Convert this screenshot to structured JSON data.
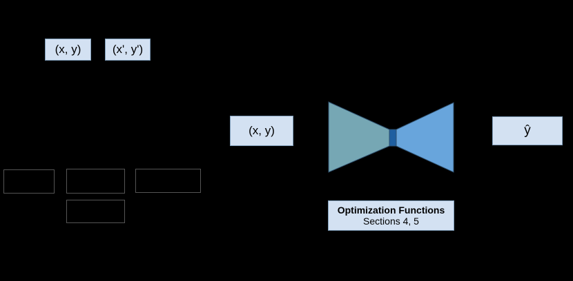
{
  "diagram": {
    "background_color": "#000000",
    "box_fill_color": "#d3e1f2",
    "box_border_color": "#7f9db9",
    "outline_box_border_color": "#555555",
    "encoder_color": "#76a7b4",
    "decoder_color": "#68a5dc",
    "latent_color": "#1f5fa0",
    "shape_stroke_color": "#2e4f6e"
  },
  "top_row": {
    "input_pair_original": {
      "label": "(x, y)"
    },
    "input_pair_transformed": {
      "label": "(x', y')"
    }
  },
  "outline_boxes": [
    {
      "label": ""
    },
    {
      "label": ""
    },
    {
      "label": ""
    },
    {
      "label": ""
    }
  ],
  "pipeline": {
    "input_box": {
      "label": "(x, y)"
    },
    "autoencoder": {
      "encoder_name": "encoder-trapezoid",
      "latent_name": "latent-bottleneck-bar",
      "decoder_name": "decoder-trapezoid"
    },
    "output_box": {
      "label": "ŷ"
    }
  },
  "caption": {
    "title": "Optimization Functions",
    "subtitle": "Sections 4, 5"
  }
}
